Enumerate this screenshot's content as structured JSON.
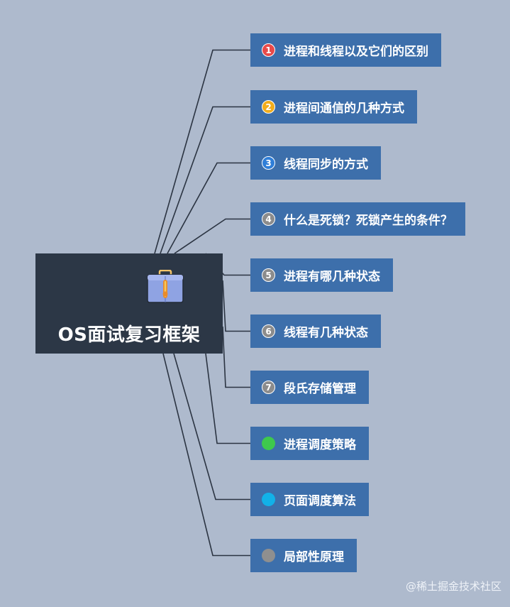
{
  "root": {
    "title": "OS面试复习框架",
    "icon": "briefcase-icon"
  },
  "branches": [
    {
      "label": "进程和线程以及它们的区别",
      "badge": "1",
      "badge_color": "#e84a4a"
    },
    {
      "label": "进程间通信的几种方式",
      "badge": "2",
      "badge_color": "#f2ad1c"
    },
    {
      "label": "线程同步的方式",
      "badge": "3",
      "badge_color": "#2f7ed8"
    },
    {
      "label": "什么是死锁？死锁产生的条件？",
      "badge": "4",
      "badge_color": "#8c8c8c"
    },
    {
      "label": "进程有哪几种状态",
      "badge": "5",
      "badge_color": "#8c8c8c"
    },
    {
      "label": "线程有几种状态",
      "badge": "6",
      "badge_color": "#8c8c8c"
    },
    {
      "label": "段氏存储管理",
      "badge": "7",
      "badge_color": "#8c8c8c"
    },
    {
      "label": "进程调度策略",
      "badge": "",
      "badge_color": "#3ec84d"
    },
    {
      "label": "页面调度算法",
      "badge": "",
      "badge_color": "#12b1e8"
    },
    {
      "label": "局部性原理",
      "badge": "",
      "badge_color": "#8f8f8f"
    }
  ],
  "colors": {
    "background": "#aebacd",
    "root_fill": "#2c3746",
    "node_fill": "#3d6fab",
    "connector": "#2b3442"
  },
  "watermark": "@稀土掘金技术社区"
}
